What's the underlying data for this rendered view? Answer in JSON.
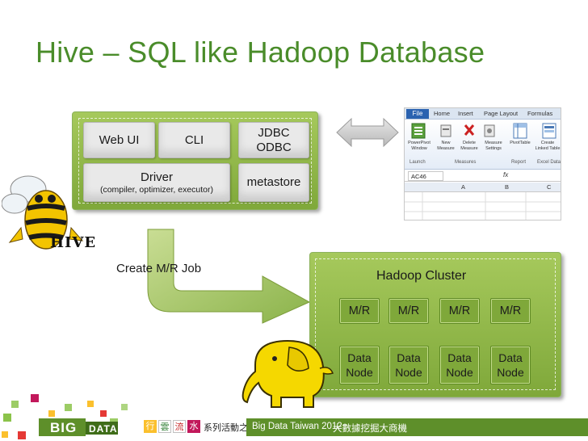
{
  "title": "Hive – SQL like Hadoop Database",
  "hive_stack": {
    "web_ui": "Web UI",
    "cli": "CLI",
    "jdbc": "JDBC",
    "odbc": "ODBC",
    "driver": "Driver",
    "driver_detail": "(compiler, optimizer, executor)",
    "metastore": "metastore"
  },
  "hive_logo": {
    "text": "HIVE"
  },
  "job_label": "Create M/R Job",
  "cluster": {
    "title": "Hadoop Cluster",
    "mr_nodes": [
      "M/R",
      "M/R",
      "M/R",
      "M/R"
    ],
    "data_nodes": [
      {
        "line1": "Data",
        "line2": "Node"
      },
      {
        "line1": "Data",
        "line2": "Node"
      },
      {
        "line1": "Data",
        "line2": "Node"
      },
      {
        "line1": "Data",
        "line2": "Node"
      }
    ]
  },
  "excel": {
    "tabs": [
      "File",
      "Home",
      "Insert",
      "Page Layout",
      "Formulas"
    ],
    "ribbon": [
      "PowerPivot Window",
      "New Measure",
      "Delete Measure",
      "Measure Settings",
      "PivotTable",
      "Create Linked Table"
    ],
    "groups": [
      "Launch",
      "Measures",
      "Report",
      "Excel Data"
    ],
    "cell_ref": "AC46",
    "fx": "fx",
    "columns": [
      "A",
      "B",
      "C"
    ]
  },
  "footer": {
    "logo_left": "BIG",
    "logo_right": "DATA",
    "chips": [
      "行",
      "雲",
      "流",
      "水"
    ],
    "series": "系列活動之三",
    "event": "Big Data Taiwan 2012",
    "tagline": "大數據挖掘大商機"
  },
  "colors": {
    "title": "#4a8c2a",
    "panel_green": "#8db84a",
    "node_green": "#7fa83a",
    "footer_bar": "#5e8f2a",
    "elephant": "#f5d800",
    "bee": "#f3c400"
  }
}
